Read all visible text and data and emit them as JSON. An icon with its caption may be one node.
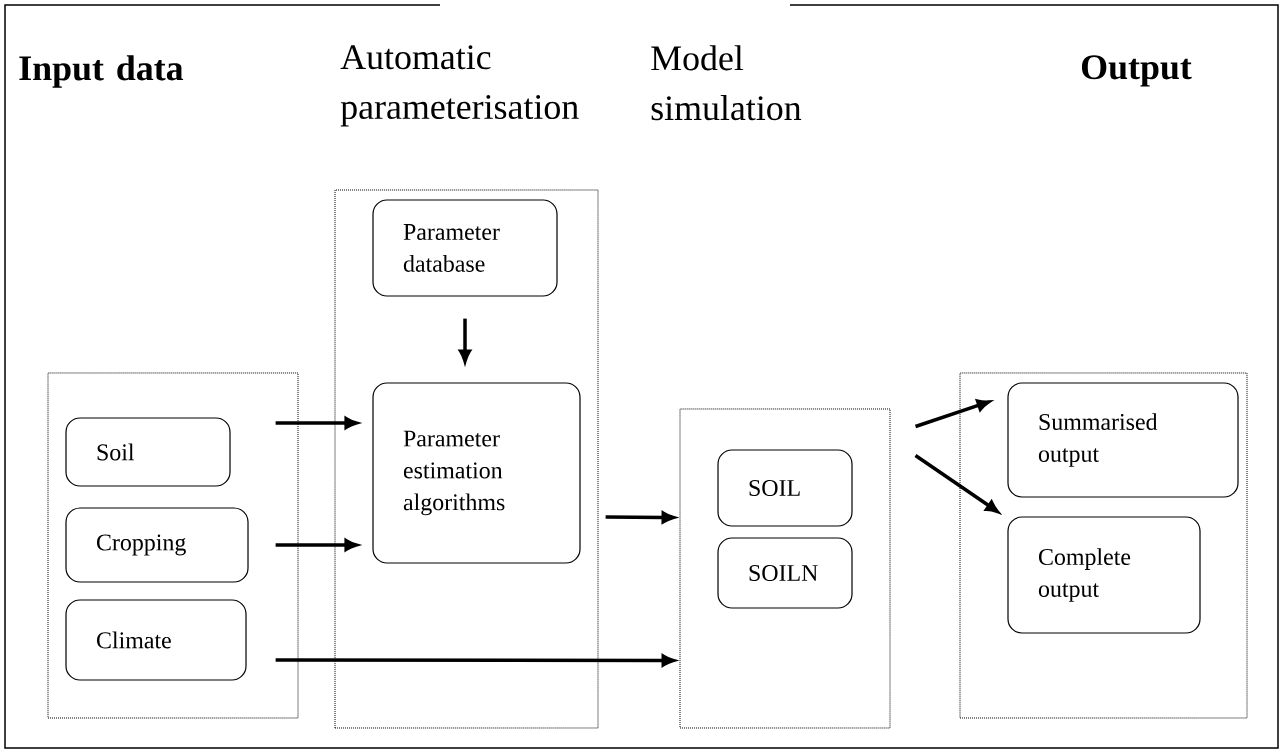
{
  "diagram": {
    "nodes": [
      {
        "text": [],
        "shape": "box"
      },
      {
        "text": [
          "Soil"
        ],
        "in": 0
      },
      {
        "text": [
          "Cropping"
        ],
        "in": 0
      },
      {
        "text": [
          "Climate"
        ],
        "in": 0
      },
      {
        "text": [],
        "shape": "box"
      },
      {
        "text": [
          "Parameter database"
        ],
        "in": 4
      },
      {
        "text": [
          "Parameter estimation algorithms"
        ],
        "in": 4
      },
      {
        "text": [],
        "shape": "box"
      },
      {
        "text": [
          "SOIL"
        ],
        "in": 7
      },
      {
        "text": [
          "SOILN"
        ],
        "in": 7
      },
      {
        "text": [],
        "shape": "box"
      },
      {
        "text": [
          "Summarised output"
        ],
        "in": 10
      },
      {
        "text": [
          "Complete output"
        ],
        "in": 10
      }
    ],
    "edges": [
      {
        "from": 5,
        "to": 6,
        "arrow": "to"
      },
      {
        "from": 1,
        "to": 6,
        "arrow": "to"
      },
      {
        "from": 2,
        "to": 6,
        "arrow": "to"
      },
      {
        "from": 6,
        "to": 7,
        "arrow": "to"
      },
      {
        "from": 3,
        "to": 7,
        "arrow": "to"
      },
      {
        "from": 7,
        "to": 11,
        "arrow": "to"
      },
      {
        "from": 7,
        "to": 12,
        "arrow": "to"
      }
    ],
    "labels": [
      "Input data",
      "Automatic parameterisation",
      "Model simulation",
      "Output"
    ]
  }
}
